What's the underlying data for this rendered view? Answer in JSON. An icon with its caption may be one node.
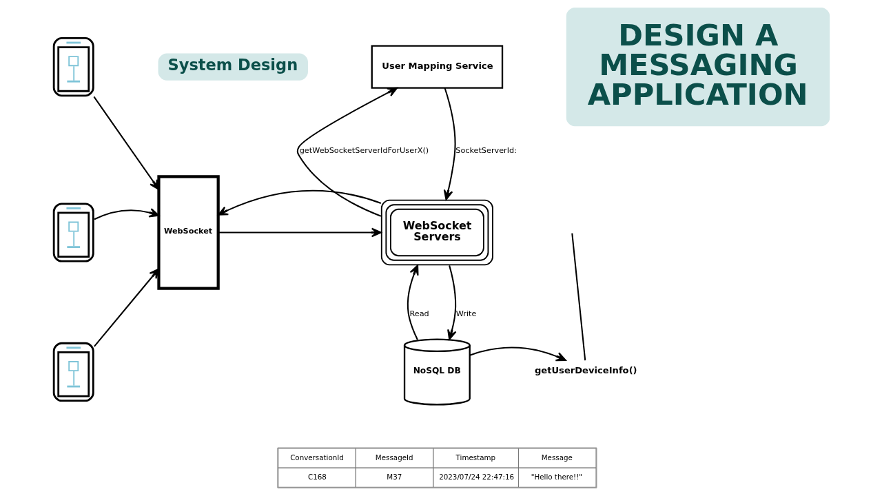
{
  "diagram": {
    "nodes": [
      {
        "text": [],
        "shape": "picture"
      },
      {
        "text": [
          "System Design"
        ]
      },
      {
        "text": [
          "User Mapping Service"
        ]
      },
      {
        "text": [
          "DESIGN A MESSAGING APPLICATION"
        ]
      },
      {
        "text": [],
        "shape": "picture"
      },
      {
        "text": [
          "WebSocket"
        ]
      },
      {
        "text": [
          "WebSocket Servers"
        ]
      },
      {
        "text": [],
        "shape": "picture"
      },
      {
        "text": [
          "NoSQL DB"
        ]
      },
      {
        "text": [
          "getUserDeviceInfo()"
        ]
      }
    ],
    "edges": [
      {
        "from": 0,
        "to": 5,
        "arrow": "to"
      },
      {
        "from": 4,
        "to": 5,
        "arrow": "to"
      },
      {
        "from": 7,
        "to": 5,
        "arrow": "to"
      },
      {
        "from": 5,
        "to": 6,
        "arrow": "to"
      },
      {
        "from": 6,
        "to": 5,
        "arrow": "to"
      },
      {
        "from": 6,
        "to": 2,
        "arrow": "to",
        "label": "getWebSocketServerIdForUserX()"
      },
      {
        "from": 2,
        "to": 6,
        "arrow": "to",
        "label": "SocketServerId:"
      },
      {
        "from": 8,
        "to": 6,
        "arrow": "to",
        "label": "Read"
      },
      {
        "from": 6,
        "to": 8,
        "arrow": "to",
        "label": "Write"
      },
      {
        "from": 8,
        "to": 9,
        "arrow": "to"
      },
      {
        "from": null,
        "to": 9,
        "arrow": "none"
      }
    ],
    "labels": [
      "ConversationId",
      "MessageId",
      "Timestamp",
      "Message",
      "C168",
      "M37",
      "2023/07/24 22:47:16",
      "\"Hello there!!\""
    ]
  }
}
